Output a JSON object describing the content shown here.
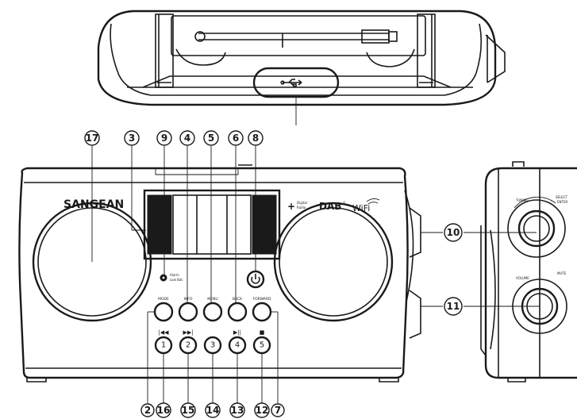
{
  "brand": "SANGEAN",
  "logos": {
    "plus": "+",
    "digital_radio_line1": "Digital",
    "digital_radio_line2": "Radio",
    "dab": "DAB",
    "dab_plus": "+",
    "wifi": "WiFi",
    "usb_icon": "usb-icon"
  },
  "alarm_label_line1": "Alarm",
  "alarm_label_line2": "Low Bat.",
  "top_buttons": [
    {
      "label": "MODE"
    },
    {
      "label": "INFO"
    },
    {
      "label": "MENU"
    },
    {
      "label": "BACK"
    },
    {
      "label": "FORWARD"
    }
  ],
  "preset_buttons": [
    {
      "number": "1",
      "symbol": "|◀◀"
    },
    {
      "number": "2",
      "symbol": "▶▶|"
    },
    {
      "number": "3",
      "symbol": ""
    },
    {
      "number": "4",
      "symbol": "▶||"
    },
    {
      "number": "5",
      "symbol": "■"
    }
  ],
  "side_labels": {
    "tuning": "TUNING",
    "select_enter_line1": "SELECT",
    "select_enter_line2": "ENTER",
    "volume": "VOLUME",
    "mute": "MUTE"
  },
  "callouts_top": [
    "17",
    "3",
    "9",
    "4",
    "5",
    "6",
    "8"
  ],
  "callouts_side": [
    "10",
    "11"
  ],
  "callouts_bottom": [
    "2",
    "16",
    "15",
    "14",
    "13",
    "12",
    "7"
  ],
  "colors": {
    "line": "#1a1a1a",
    "background": "#ffffff"
  }
}
